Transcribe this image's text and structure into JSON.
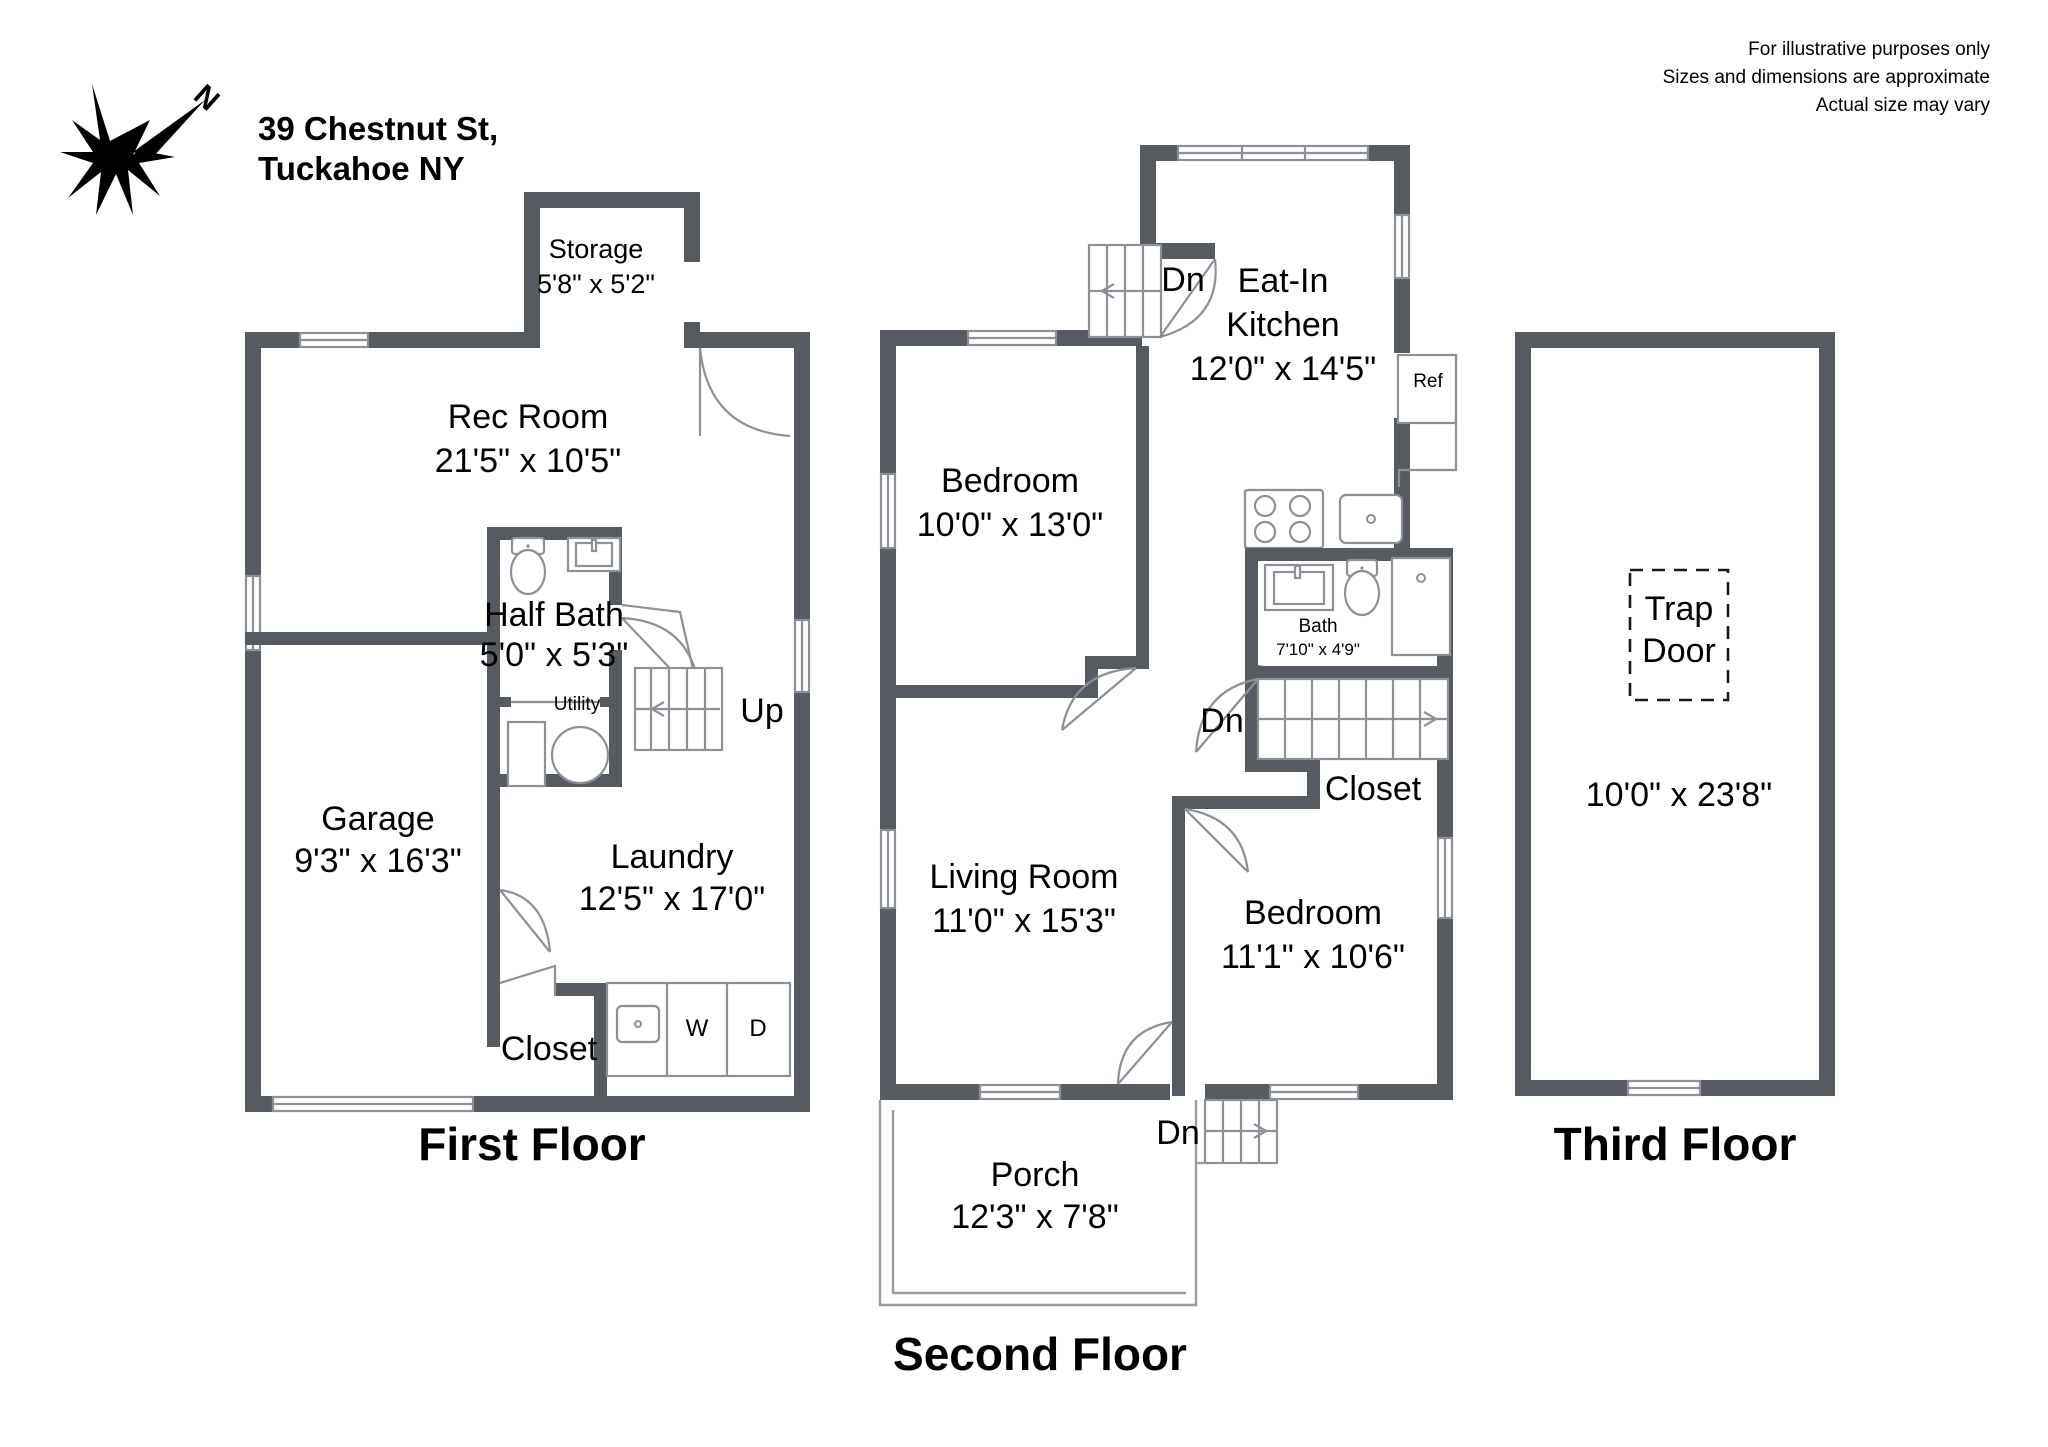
{
  "header": {
    "address_line1": "39 Chestnut St,",
    "address_line2": "Tuckahoe NY",
    "compass_label": "N",
    "compass_icon": "compass-rose-icon"
  },
  "disclaimer": {
    "line1": "For illustrative purposes only",
    "line2": "Sizes and dimensions are approximate",
    "line3": "Actual size may vary"
  },
  "colors": {
    "wall": "#565b62",
    "fixture_stroke": "#8d9096",
    "background": "#ffffff",
    "text": "#000000"
  },
  "floors": [
    {
      "id": "first",
      "title": "First Floor",
      "rooms": [
        {
          "name": "Storage",
          "dim": "5'8\" x 5'2\""
        },
        {
          "name": "Rec Room",
          "dim": "21'5\" x 10'5\""
        },
        {
          "name": "Half Bath",
          "dim": "5'0\" x 5'3\""
        },
        {
          "name": "Garage",
          "dim": "9'3\" x 16'3\""
        },
        {
          "name": "Laundry",
          "dim": "12'5\" x 17'0\""
        },
        {
          "name": "Closet",
          "dim": ""
        },
        {
          "name": "Utility",
          "dim": ""
        }
      ],
      "appliances": [
        {
          "label": "W",
          "name": "washer"
        },
        {
          "label": "D",
          "name": "dryer"
        }
      ],
      "stairs": [
        {
          "label": "Up",
          "direction": "up"
        }
      ]
    },
    {
      "id": "second",
      "title": "Second Floor",
      "rooms": [
        {
          "name": "Eat-In Kitchen",
          "name_l1": "Eat-In",
          "name_l2": "Kitchen",
          "dim": "12'0\" x 14'5\""
        },
        {
          "name": "Bedroom",
          "dim": "10'0\" x 13'0\""
        },
        {
          "name": "Bath",
          "dim": "7'10\" x 4'9\""
        },
        {
          "name": "Living Room",
          "dim": "11'0\" x 15'3\""
        },
        {
          "name": "Bedroom",
          "dim": "11'1\" x 10'6\""
        },
        {
          "name": "Closet",
          "dim": ""
        },
        {
          "name": "Porch",
          "dim": "12'3\" x 7'8\""
        }
      ],
      "appliances": [
        {
          "label": "Ref",
          "name": "refrigerator"
        }
      ],
      "stairs": [
        {
          "label": "Dn",
          "direction": "down"
        },
        {
          "label": "Dn",
          "direction": "down"
        },
        {
          "label": "Dn",
          "direction": "down"
        }
      ]
    },
    {
      "id": "third",
      "title": "Third Floor",
      "rooms": [
        {
          "name_l1": "Trap",
          "name_l2": "Door",
          "dim": "10'0\" x 23'8\""
        }
      ],
      "appliances": [],
      "stairs": []
    }
  ]
}
